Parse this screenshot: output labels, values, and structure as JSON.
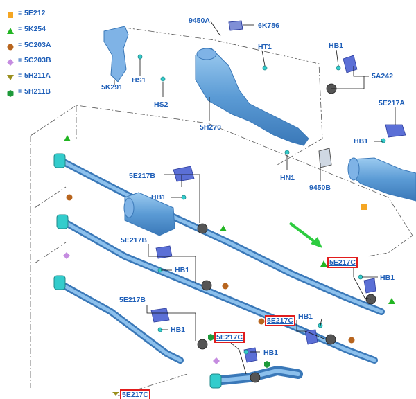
{
  "legend": [
    {
      "symbol": "square",
      "color": "#f5a623",
      "text": "= 5E212"
    },
    {
      "symbol": "triangle-up",
      "color": "#22b522",
      "text": "= 5K254"
    },
    {
      "symbol": "circle",
      "color": "#b8651e",
      "text": "= 5C203A"
    },
    {
      "symbol": "diamond",
      "color": "#c58ce0",
      "text": "= 5C203B"
    },
    {
      "symbol": "triangle-down",
      "color": "#9a8f1e",
      "text": "= 5H211A"
    },
    {
      "symbol": "hexagon",
      "color": "#1e9a3a",
      "text": "= 5H211B"
    }
  ],
  "labels": {
    "l_9450a": "9450A",
    "l_6k786": "6K786",
    "l_ht1": "HT1",
    "l_hb1_top": "HB1",
    "l_5a242": "5A242",
    "l_5k291": "5K291",
    "l_hs1": "HS1",
    "l_hs2": "HS2",
    "l_5h270": "5H270",
    "l_5e217a": "5E217A",
    "l_hb1_a": "HB1",
    "l_hn1": "HN1",
    "l_9450b": "9450B",
    "l_5e217b_1": "5E217B",
    "l_hb1_b1": "HB1",
    "l_5e217b_2": "5E217B",
    "l_hb1_b2": "HB1",
    "l_5e217c_1": "5E217C",
    "l_hb1_c1": "HB1",
    "l_5e217c_2": "5E217C",
    "l_hb1_c2": "HB1",
    "l_5e217b_3": "5E217B",
    "l_hb1_b3": "HB1",
    "l_5e217c_3": "5E217C",
    "l_hb1_c3": "HB1",
    "l_5e217c_4": "5E217C"
  },
  "colors": {
    "pipe": "#5b9bd5",
    "pipe_dark": "#3a78b8",
    "label": "#1f5fb8",
    "highlight_box": "#e11d1d",
    "arrow": "#2ecc40",
    "leader": "#000000",
    "clip": "#33cccc",
    "bracket": "#5b6fd6"
  }
}
